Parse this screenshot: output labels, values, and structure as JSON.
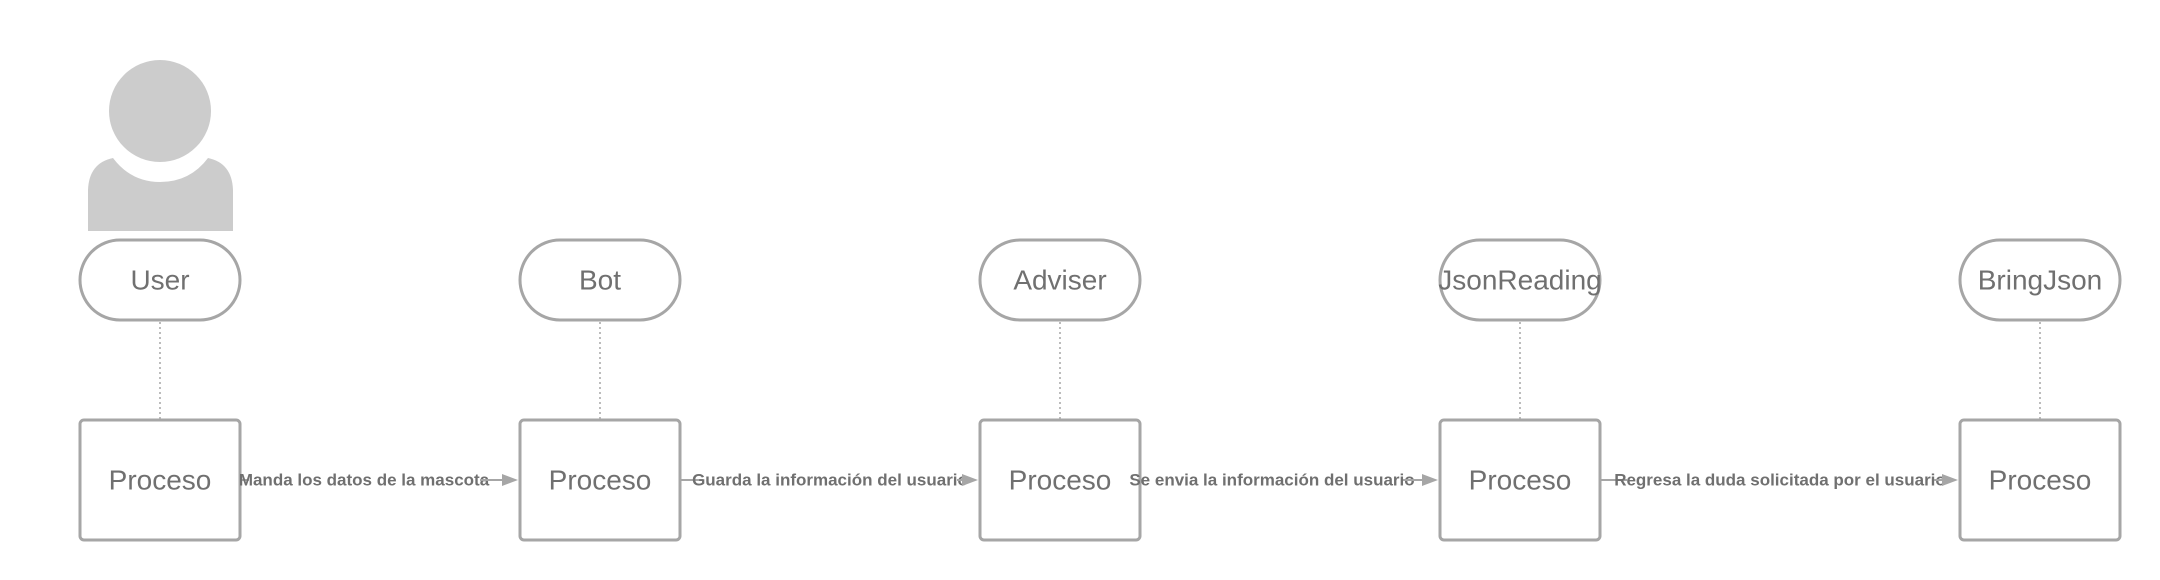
{
  "actor": {
    "icon": "user-icon",
    "color": "#cccccc"
  },
  "lifelines": [
    {
      "label": "User"
    },
    {
      "label": "Bot"
    },
    {
      "label": "Adviser"
    },
    {
      "label": "JsonReading"
    },
    {
      "label": "BringJson"
    }
  ],
  "processes": [
    {
      "label": "Proceso"
    },
    {
      "label": "Proceso"
    },
    {
      "label": "Proceso"
    },
    {
      "label": "Proceso"
    },
    {
      "label": "Proceso"
    }
  ],
  "messages": [
    {
      "label": "Manda los datos de la mascota"
    },
    {
      "label": "Guarda la información del usuario"
    },
    {
      "label": "Se envia la información del usuario"
    },
    {
      "label": "Regresa la duda solicitada por el usuario"
    }
  ],
  "colors": {
    "stroke": "#a6a6a6",
    "text": "#707070",
    "actor": "#cccccc"
  }
}
